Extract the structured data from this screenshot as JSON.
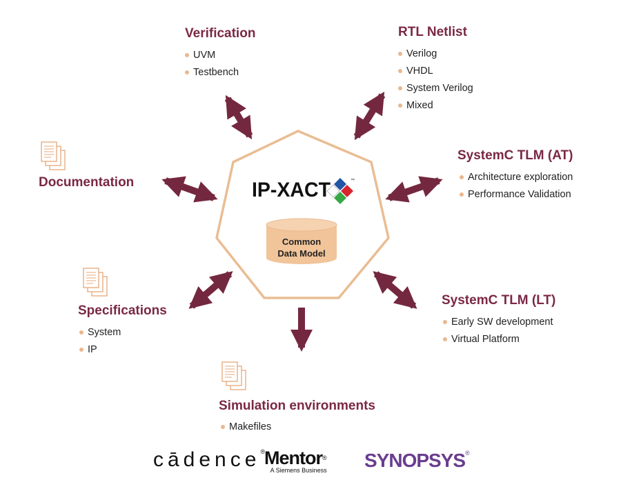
{
  "center": {
    "logo_text": "IP-XACT",
    "logo_tm": "™",
    "db_line1": "Common",
    "db_line2": "Data Model"
  },
  "verification": {
    "title": "Verification",
    "items": [
      "UVM",
      "Testbench"
    ]
  },
  "rtl": {
    "title": "RTL Netlist",
    "items": [
      "Verilog",
      "VHDL",
      "System Verilog",
      "Mixed"
    ]
  },
  "tlm_at": {
    "title": "SystemC TLM (AT)",
    "items": [
      "Architecture exploration",
      "Performance Validation"
    ]
  },
  "documentation": {
    "title": "Documentation"
  },
  "specifications": {
    "title": "Specifications",
    "items": [
      "System",
      "IP"
    ]
  },
  "tlm_lt": {
    "title": "SystemC TLM (LT)",
    "items": [
      "Early SW development",
      "Virtual Platform"
    ]
  },
  "simulation": {
    "title": "Simulation environments",
    "items": [
      "Makefiles"
    ]
  },
  "vendors": {
    "cadence": "cādence",
    "cadence_reg": "®",
    "mentor": "Mentor",
    "mentor_reg": "®",
    "mentor_sub": "A Siemens Business",
    "synopsys": "SYNOPSYS",
    "synopsys_reg": "®"
  },
  "colors": {
    "title": "#7a2845",
    "arrow": "#742840",
    "heptagon": "#e9bd93",
    "cylinder": "#f2c49a",
    "bullet": "#e9b88f",
    "doc_icon": "#e6a878"
  },
  "icons": [
    "document-stack-icon",
    "ipxact-diamond-icon",
    "database-cylinder-icon"
  ]
}
